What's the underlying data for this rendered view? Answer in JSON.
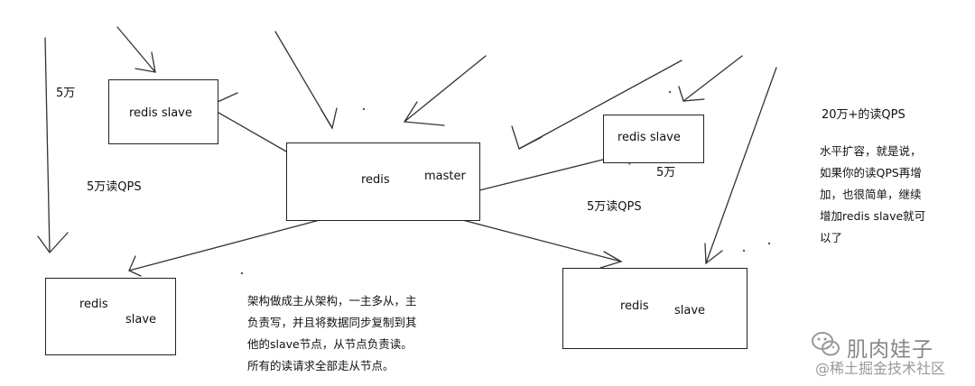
{
  "nodes": {
    "slave_top_left": "redis slave",
    "master_left": "redis",
    "master_right": "master",
    "slave_right_small": "redis slave",
    "slave_bottom_left_1": "redis",
    "slave_bottom_left_2": "slave",
    "slave_bottom_right_1": "redis",
    "slave_bottom_right_2": "slave"
  },
  "labels": {
    "left_5wan": "5万",
    "left_qps": "5万读QPS",
    "mid_qps": "5万读QPS",
    "right_5wan": "5万"
  },
  "notes": {
    "center": [
      "架构做成主从架构，一主多从，主",
      "负责写，并且将数据同步复制到其",
      "他的slave节点，从节点负责读。",
      "所有的读请求全部走从节点。"
    ],
    "right_title": "20万+的读QPS",
    "right": [
      "水平扩容，就是说，",
      "如果你的读QPS再增",
      "加，也很简单，继续",
      "增加redis slave就可",
      "以了"
    ]
  },
  "watermark": {
    "account": "肌肉娃子",
    "site": "@稀土掘金技术社区",
    "icon": "wechat-icon"
  }
}
